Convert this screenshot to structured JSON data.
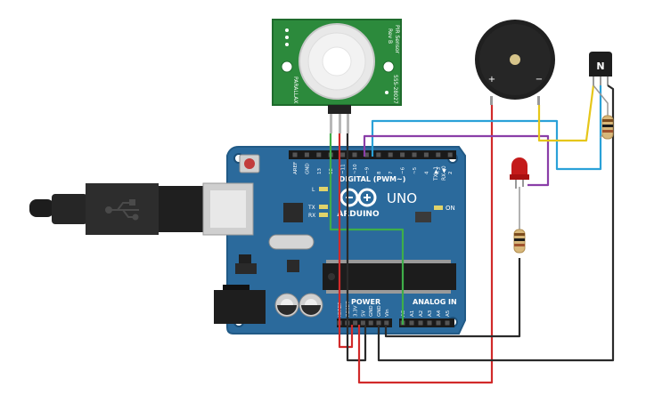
{
  "board": {
    "brand": "ARDUINO",
    "model": "UNO",
    "digital_header_label": "DIGITAL (PWM~)",
    "analog_header_label": "ANALOG IN",
    "power_header_label": "POWER",
    "on_label": "ON",
    "l_label": "L",
    "tx_label": "TX",
    "rx_label": "RX",
    "tx1_label": "TX▶1",
    "rx0_label": "RX◀0",
    "digital_pins": [
      "AREF",
      "GND",
      "13",
      "12",
      "~11",
      "~10",
      "~9",
      "8",
      "7",
      "~6",
      "~5",
      "4",
      "~3",
      "2"
    ],
    "power_pins": [
      "IOREF",
      "RESET",
      "3.3V",
      "5V",
      "GND",
      "GND",
      "Vin"
    ],
    "analog_pins": [
      "A0",
      "A1",
      "A2",
      "A3",
      "A4",
      "A5"
    ]
  },
  "pir_sensor": {
    "brand": "PARALLAX",
    "name": "PIR Sensor",
    "revision": "Rev B",
    "part_number": "555-28027"
  },
  "transistor": {
    "label": "N"
  },
  "buzzer": {
    "plus_label": "+",
    "minus_label": "−"
  },
  "colors": {
    "board": "#2b6a9c",
    "wire_red": "#d12a2a",
    "wire_black": "#2a2a2a",
    "wire_green": "#3fae49",
    "wire_blue": "#2aa1d8",
    "wire_purple": "#8a3ea8",
    "wire_yellow": "#e6c619",
    "pir_pcb": "#2c8a3c",
    "led": "#c41a1a"
  }
}
